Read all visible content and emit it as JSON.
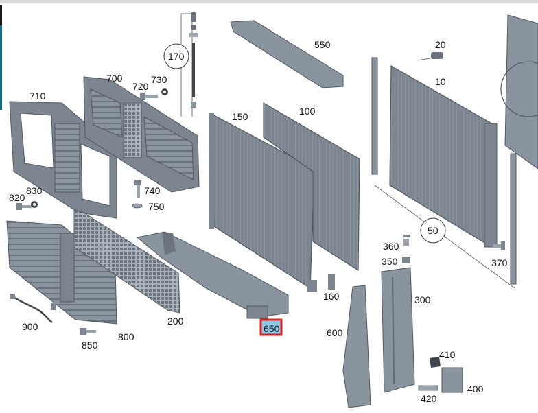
{
  "parts": [
    {
      "label": "10"
    },
    {
      "label": "20"
    },
    {
      "label": "50"
    },
    {
      "label": "100"
    },
    {
      "label": "150"
    },
    {
      "label": "160"
    },
    {
      "label": "170"
    },
    {
      "label": "200"
    },
    {
      "label": "300"
    },
    {
      "label": "350"
    },
    {
      "label": "360"
    },
    {
      "label": "370"
    },
    {
      "label": "400"
    },
    {
      "label": "410"
    },
    {
      "label": "420"
    },
    {
      "label": "550"
    },
    {
      "label": "600"
    },
    {
      "label": "650"
    },
    {
      "label": "700"
    },
    {
      "label": "710"
    },
    {
      "label": "720"
    },
    {
      "label": "730"
    },
    {
      "label": "740"
    },
    {
      "label": "750"
    },
    {
      "label": "800"
    },
    {
      "label": "820"
    },
    {
      "label": "830"
    },
    {
      "label": "850"
    },
    {
      "label": "900"
    }
  ],
  "selected_part": "650",
  "colors": {
    "part_fill": "#7d8690",
    "part_dark": "#5f6872",
    "part_light": "#b9c3cc",
    "highlight_border": "#e02020",
    "highlight_fill": "#8ec9e8"
  }
}
